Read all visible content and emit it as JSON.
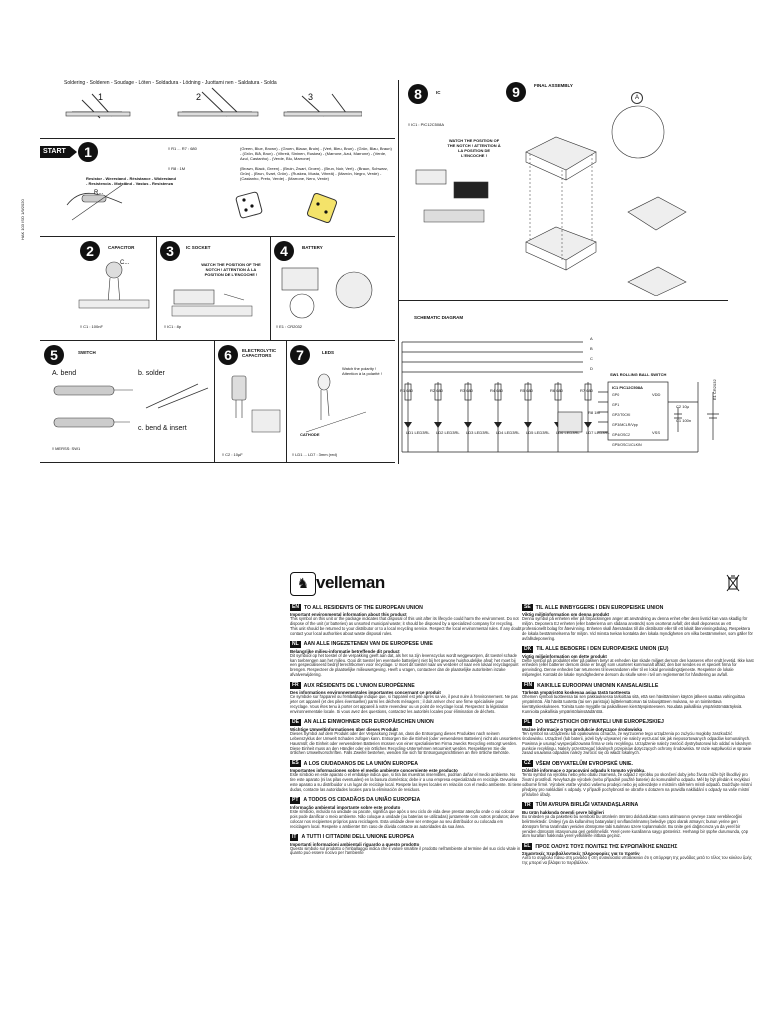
{
  "soldering": {
    "title": "Soldering - Solderen - Soudage - Löten - Soldadura - Lödning - Juottami nen - Saldatura - Solda",
    "steps": [
      "1",
      "2",
      "3"
    ]
  },
  "doc_code": "HAK 103 ISO 1/9/2020",
  "start_label": "START",
  "steps": {
    "s1": {
      "num": "1",
      "r1_ref": "R1 ... R7 : 680",
      "r1_colors": "(Green, Blue, Brown) - (Groen, Blauw, Bruin) - (Vert, Bleu, Brun) - (Grün, Blau, Braun) - (Grön, Blå, Brun) - (Vihreä, Sininen, Ruskea) - (Marrone, Azul, Marrone) - (Verde, Azul, Castanho) - (Verde, Blu, Marrone)",
      "r8_ref": "R8 : 1M",
      "r8_colors": "(Brown, Black, Green) - (Bruin, Zwart, Groen) - (Brun, Noir, Vert) - (Braun, Schwarz, Grün) - (Brun, Svart, Grön) - (Ruskea, Musta, Vihreä) - (Marrón, Negro, Verde) - (Castanho, Preto, Verde) - (Marrone, Nero, Verde)",
      "resistor_label": "Resistor - Weerstand - Résistance - Widerstand - Resistencia - Motstånd - Vastus - Resistenza",
      "r_symbol": "R..."
    },
    "s2": {
      "num": "2",
      "label": "CAPACITOR",
      "ref": "C1 : 100nF",
      "symbol": "C..."
    },
    "s3": {
      "num": "3",
      "label": "IC SOCKET",
      "ref": "IC1 : 8p",
      "notch": "WATCH THE POSITION OF THE NOTCH ! ATTENTION À LA POSITION DE L'ENCOCHE !"
    },
    "s4": {
      "num": "4",
      "label": "BATTERY",
      "ref": "E1 : CR2032"
    },
    "s5": {
      "num": "5",
      "label": "SWITCH",
      "a": "A. bend",
      "b": "b. solder",
      "c": "c. bend & insert",
      "ref": "MERSS: SW1"
    },
    "s6": {
      "num": "6",
      "label": "ELECTROLYTIC CAPACITORS",
      "ref": "C2 : 10µF"
    },
    "s7": {
      "num": "7",
      "label": "LEDS",
      "watch": "Watch the polarity ! Attention à la polarité !",
      "cathode": "CATHODE",
      "ref": "LD1 ... LD7 : 3mm (red)"
    },
    "s8": {
      "num": "8",
      "label": "IC",
      "ref": "IC1 : PIC12C508A",
      "notch": "WATCH THE POSITION OF THE NOTCH ! ATTENTION À LA POSITION DE L'ENCOCHE !"
    },
    "s9": {
      "num": "9",
      "label": "FINAL ASSEMBLY",
      "detail": "A"
    }
  },
  "schematic": {
    "title": "SCHEMATIC DIAGRAM",
    "resistors": [
      "R1 680",
      "R2 680",
      "R3 680",
      "R4 680",
      "R5 680",
      "R6 680",
      "R7 680"
    ],
    "leds": [
      "LD1 LED3RL",
      "LD2 LED3RL",
      "LD3 LED3RL",
      "LD4 LED3RL",
      "LD5 LED3RL",
      "LD6 LED3RL",
      "LD7 LED3RL"
    ],
    "ic_name": "IC1 PIC12C508A",
    "ic_pins": [
      "GP0",
      "GP1",
      "GP2/T0CKI",
      "GP3/MCLR/Vpp",
      "GP4/OSC2",
      "GP5/OSC1/CLKIN"
    ],
    "ic_vdd": "VDD",
    "ic_vss": "VSS",
    "sw": "SW1 ROLLING BALL SWITCH",
    "bat": "E1 CR2032",
    "c1": "C1 100n",
    "c2": "C2 10µ",
    "r8": "R8 1M",
    "nodes": [
      "A",
      "B",
      "C",
      "D"
    ]
  },
  "logo": "velleman",
  "sections_left": [
    {
      "code": "EN",
      "title": "TO ALL RESIDENTS OF THE EUROPEAN UNION",
      "sub": "Important environmental information about this product",
      "body": "This symbol on this unit or the package indicates that disposal of this unit after its lifecycle could harm the environment. Do not dispose of the unit (or batteries) as unsorted municipal waste; it should be disposed by a specialized company for recycling. This unit should be returned to your distributor or to a local recycling service. Respect the local environmental rules. If any doubt contact your local authorities about waste disposal rules."
    },
    {
      "code": "NL",
      "title": "AAN ALLE INGEZETENEN VAN DE EUROPESE UNIE",
      "sub": "Belangrijke milieu-informatie betreffende dit product",
      "body": "Dit symbool op het toestel of de verpakking geeft aan dat, als het na zijn levenscyclus wordt weggeworpen, dit toestel schade kan toebrengen aan het milieu. Gooi dit toestel (en eventuele batterijen) niet bij het gewone huishoudelijke afval; het moet bij een gespecialiseerd bedrijf terechtkomen voor recyclage. U moet dit toestel naar uw verdeler of naar een lokaal recyclagepunt brengen. Respecteer de plaatselijke milieuwetgeving. Heeft u vragen, contacteer dan de plaatselijke autoriteiten inzake afvalverwijdering."
    },
    {
      "code": "FR",
      "title": "AUX RÉSIDENTS DE L'UNION EUROPÉENNE",
      "sub": "Des informations environnementales importantes concernant ce produit",
      "body": "Ce symbole sur l'appareil ou l'emballage indique que, si l'appareil est jeté après sa vie, il peut nuire à l'environnement. Ne pas jeter cet appareil (et des piles éventuelles) parmi les déchets ménagers ; il doit arriver chez une firme spécialisée pour recyclage. Vous êtes tenu à porter cet appareil à votre revendeur ou un point de recyclage local. Respectez la législation environnementale locale. Si vous avez des questions, contactez les autorités locales pour élimination de déchets."
    },
    {
      "code": "DE",
      "title": "AN ALLE EINWOHNER DER EUROPÄISCHEN UNION",
      "sub": "Wichtige Umweltinformationen über dieses Produkt",
      "body": "Dieses Symbol auf dem Produkt oder der Verpackung zeigt an, dass die Entsorgung dieses Produktes nach seinem Lebenszyklus der Umwelt Schaden zufügen kann. Entsorgen Sie die Einheit (oder verwendeten Batterien) nicht als unsortiertes Hausmüll; die Einheit oder verwendeten Batterien müssen von einer spezialisierten Firma zwecks Recycling entsorgt werden. Diese Einheit muss an den Händler oder ein örtliches Recycling-Unternehmen retourniert werden. Respektieren Sie die örtlichen Umweltvorschriften. Falls Zweifel bestehen, wenden Sie sich für Entsorgungsrichtlinien an Ihre örtliche Behörde."
    },
    {
      "code": "ES",
      "title": "A LOS CIUDADANOS DE LA UNIÓN EUROPEA",
      "sub": "Importantes informaciones sobre el medio ambiente concerniente este producto",
      "body": "Este símbolo en este aparato o el embalaje indica que, si tira las muestras inservibles, podrían dañar el medio ambiente. No tire este aparato (ni las pilas eventuales) en la basura doméstica; debe ir a una empresa especializada en reciclaje. Devuelva este aparato a su distribuidor o un lugar de reciclaje local. Respete las leyes locales en relación con el medio ambiente. Si tiene dudas, contacte las autoridades locales para la eliminación de residuos."
    },
    {
      "code": "PT",
      "title": "A TODOS OS CIDADÃOS DA UNIÃO EUROPEIA",
      "sub": "Informação ambiental importante sobre este produto",
      "body": "Este símbolo, incluído na unidade ou pacote, significa que após o seu ciclo de vida deve prestar atenção onde o vai colocar pois pode danificar o meio ambiente. Não coloque a unidade (ou baterias se utilizadas) juntamente com outros produtos; deve colocar nos recipientes próprios para reciclagem. Esta unidade deve ser entregue ao seu distribuidor ou colocada em reciclagem local. Respeite o ambiente! Em caso de dúvida contacte as autoridades da sua área."
    },
    {
      "code": "IT",
      "title": "A TUTTI I CITTADINI DELL'UNIONE EUROPEA",
      "sub": "Importanti informazioni ambientali riguardo a questo prodotto",
      "body": "Questo simbolo sul prodotto o l'imballaggio indica che il valore smaltire il prodotto nell'ambiente al termine del suo ciclo vitale in quanto può essere nocivo per l'ambiente"
    }
  ],
  "sections_right": [
    {
      "code": "SE",
      "title": "TIL ALLE INNBYGGERE I DEN EUROPEISKE UNION",
      "sub": "Viktig miljöinformation om denna produkt",
      "body": "Denna symbol på enheten eller på förpackningen anger att användning av denna enhet efter dess livstid kan vara skadlig för miljön. Deponera EJ enheten (eller batterierna om sådana används) som osorterat avfall; det skall deponeras av ett professionellt bolag för återvinning. Enheten skall återsändas till din distributör eller till ett lokalt återvinningsbolag. Respektera de lokala bestämmelserna för miljön. Vid minsta tvekan kontakta den lokala myndigheten om vilka bestämmelser, som gäller för avfallsdeponering."
    },
    {
      "code": "DK",
      "title": "TIL ALLE BEBOERE I DEN EUROPÆISKE UNION (EU)",
      "sub": "Vigtig miljøinformation om dette produkt",
      "body": "Dette symbol på produktet eller på pakken betyr at enheden kan skade miljøet dersom den kasseres efter endt levetid. Ikke kast enheden (eller batterier dersom disse er brugt) som usorteret kommunalt affald; den bør sendes ex et specielt firma for genvinding. Denne enheden bør returneres til leverandøren eller til en lokal genvindingstjeneste. Respekter de lokale miljøregler. Kontakt de lokale myndighederne dersom du skulle være i tvil om reglementet for håndtering av avfall."
    },
    {
      "code": "FIN",
      "title": "KAIKILLE EUROOPAN UNIONIN KANSALAISILLE",
      "sub": "Tärkeää ympäristöä koskevaa asiaa tästä tuotteesta",
      "body": "Ohemen symboli tuotteessa tai sen pakkauksessa tarkoittaa sitä, että sen hävittäminen käytön jälkeen saattaa vahingoittaa ympäristöä. Älä hävitä tuotetta (tai sen paristoja) lajittelemattoman tai talousjätteen mukana, se on toimitettava kierrätyskeskukseen. Toimita tuote myyjälle tai paikalliseen kierrätyspisteeseen. Noudata paikallisia ympäristömääräyksiä. Kunnioita paikallisia ympäristölainsäädäntöä."
    },
    {
      "code": "PL",
      "title": "DO WSZYSTKICH OBYWATELI UNII EUROPEJSKIEJ",
      "sub": "Ważne informacje o tym produkcie dotyczące środowiska",
      "body": "Ten symbol na urządzeniu lub opakowaniu oznacza, że wyrzucenie tego urządzenia po zużyciu mogłoby zaszkodzić środowisku. Urządzeń (lub baterii, jeżeli były używane) nie należy wyrzucać tak jak nieposortowanych odpadów komunalnych. Powinna je usunąć wyspecjalizowana firma w celu recyklingu. Urządzenie należy zwrócić dystrybutorowi lub oddać w lokalnym punkcie recyklingu. Należy przestrzegać lokalnych przepisów dotyczących ochrony środowiska. W razie wątpliwości w sprawie zasad usuwania odpadów należy zwrócić się do władz lokalnych."
    },
    {
      "code": "CZ",
      "title": "VŠEM OBYVATELŮM EVROPSKÉ UNIE.",
      "sub": "Důležité informace o zpracování odpadu k tomuto výrobku.",
      "body": "Tento symbol na výrobku nebo jeho obalu znamená, že odpad z výrobku po skončení doby jeho života může být škodlivý pro životní prostředí. Nevyhazujte výrobek (nebo případně použité baterie) do komunálního odpadu. Měl by být předán k recyklaci odborné firmě. Výrobek vraťte výrobci vašemu prodejci nebo jej odevzdejte v místním sběrném místě odpadů. Dodržujte místní předpisy pro nakládání s odpady. V případě pochybností se obraťte s dotazem na pravidla nakládání s odpady na vaše místní příslušné úřady."
    },
    {
      "code": "TR",
      "title": "TÜM AVRUPA BIRLIĞI VATANDAŞLARINA",
      "sub": "Bu ürün hakkında önemli çevre bilgileri",
      "body": "Bu üniteden ya da paketteki bu sembolü bu ürünlerin ömrünü doldurduktan sonra atılmasının çevreye zarar verebileceğini belirtmektedir. Üniteyi (ya da kullanılmış bataryaları) sınıflandırılmamış belediye çöpü olarak atmayın; bunun yerine geri dönüşüm firma tarafından yeniden dönüşüme tabi tutulması üzere toplanmalıdır. Bu ünite geri dağıtıcınıza ya da yerel bir yeniden dönüşüm istasyonuna geri getirilmelidir. Yerel çevre kurallarına saygı gösteriniz. Herhangi bir şüphe durumunda, çöp atım kuralları hakkında yerel yetkililerle iritbata geçiniz."
    },
    {
      "code": "EL",
      "title": "ΠΡΟΣ ΟΛΟΥΣ ΤΟΥΣ ΠΟΛΙΤΕΣ ΤΗΣ ΕΥΡΩΠΑΪΚΗΣ ΕΝΩΣΗΣ",
      "sub": "Σημαντικές περιβαλλοντικές πληροφορίες για το προϊόν",
      "body": "Αυτό το σύμβολο πάνω στη μονάδα ή στη συσκευασία υποδεικνύει ότι η απόρριψη της μονάδας μετά το τέλος του κύκλου ζωής της μπορεί να βλάψει το περιβάλλον."
    }
  ]
}
